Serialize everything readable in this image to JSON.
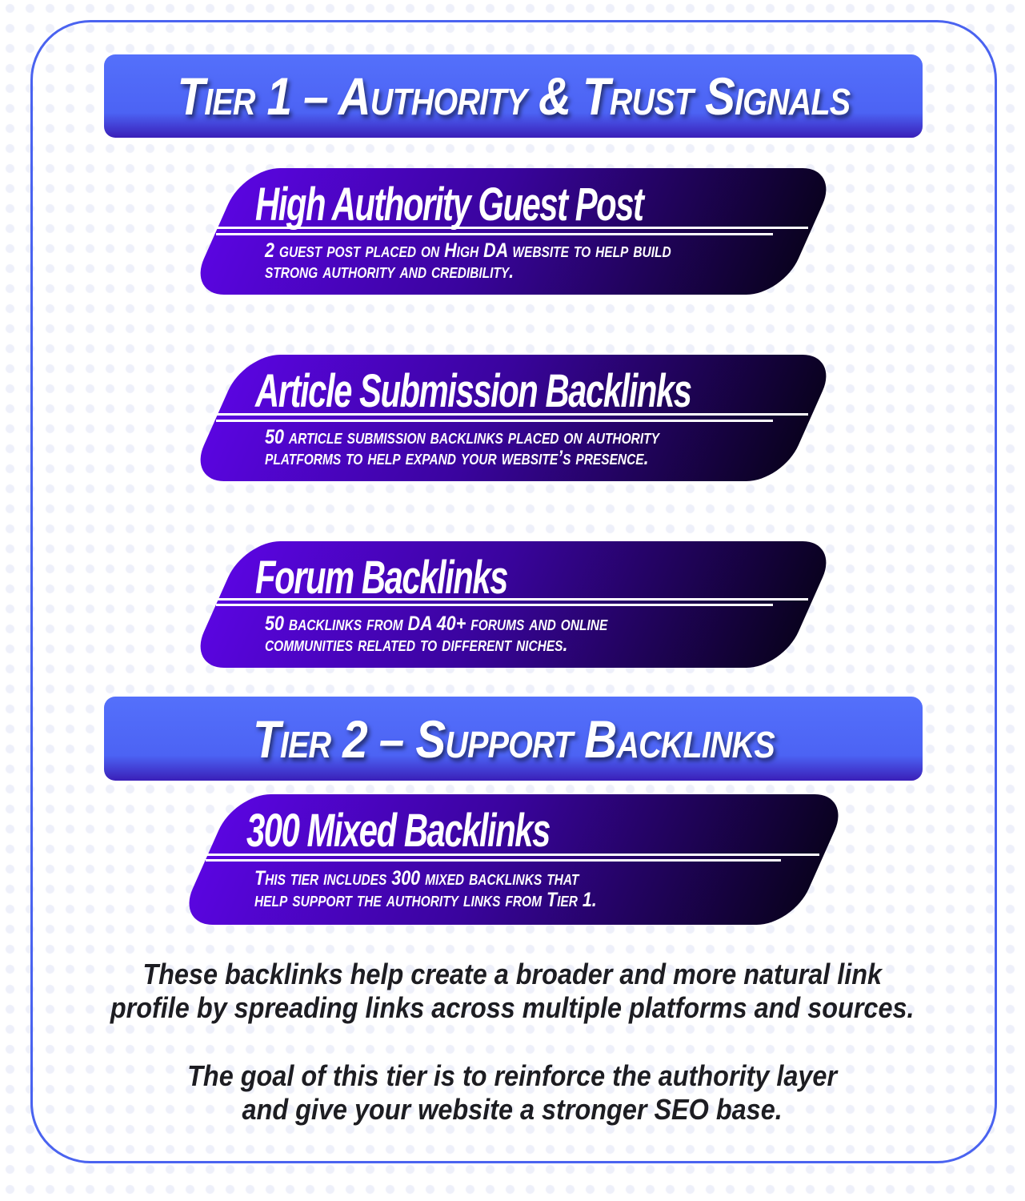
{
  "tier1": {
    "title": "Tier 1 – Authority & Trust Signals"
  },
  "cards": [
    {
      "title": "High Authority Guest Post",
      "desc1": "2 guest post placed on High DA website to help build",
      "desc2": "strong authority and credibility."
    },
    {
      "title": "Article Submission Backlinks",
      "desc1": "50 article submission backlinks placed on authority",
      "desc2": "platforms to help expand your website’s presence."
    },
    {
      "title": "Forum Backlinks",
      "desc1": "50 backlinks from DA 40+ forums and online",
      "desc2": "communities related to different niches."
    },
    {
      "title": "300 Mixed Backlinks",
      "desc1": "This tier includes 300 mixed backlinks that",
      "desc2": "help support the authority links from Tier 1."
    }
  ],
  "tier2": {
    "title": "Tier 2 – Support Backlinks"
  },
  "paragraphs": [
    {
      "line1": "These backlinks help create a broader and more natural link",
      "line2": "profile by spreading links across multiple platforms and sources."
    },
    {
      "line1": "The goal of this tier is to reinforce the authority layer",
      "line2": "and give your website a stronger SEO base."
    }
  ]
}
